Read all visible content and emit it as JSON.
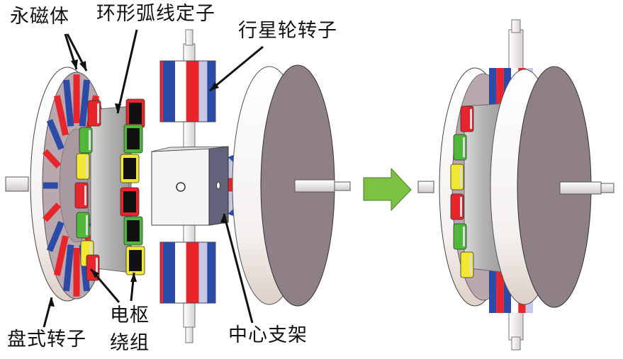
{
  "figure": {
    "description": "Exploded and assembled view of a disk-type motor with planetary rotors",
    "labels": {
      "permanent_magnet": "永磁体",
      "ring_arc_stator": "环形弧线定子",
      "planet_rotor": "行星轮转子",
      "armature_winding_line1": "电枢",
      "armature_winding_line2": "绕组",
      "disk_rotor": "盘式转子",
      "center_bracket": "中心支架"
    },
    "arrow": {
      "meaning": "assembly direction",
      "color": "#7dc142"
    },
    "colors": {
      "magnet_red": "#e8252a",
      "magnet_blue": "#2c4ba8",
      "coil_yellow": "#f2e832",
      "coil_green": "#4fb83a",
      "disk_face": "#8f7f86",
      "disk_rim": "#f4f1ef",
      "stator_gray": "#b8b8b8",
      "bracket_white": "#f2f2f2",
      "bracket_side": "#5e5e6e"
    }
  }
}
